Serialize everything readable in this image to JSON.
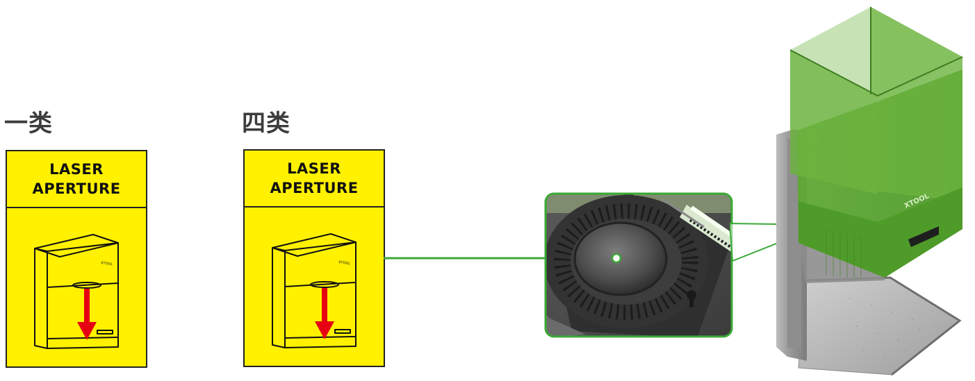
{
  "labels": {
    "left": {
      "class_label": "一类",
      "line1": "LASER",
      "line2": "APERTURE"
    },
    "right": {
      "class_label": "四类",
      "line1": "LASER",
      "line2": "APERTURE"
    }
  },
  "device": {
    "brand": "XTOOL"
  },
  "colors": {
    "label_yellow": "#fff100",
    "arrow_red": "#e60012",
    "callout_green": "#3aa935",
    "shield_green": "#6cb33f"
  }
}
